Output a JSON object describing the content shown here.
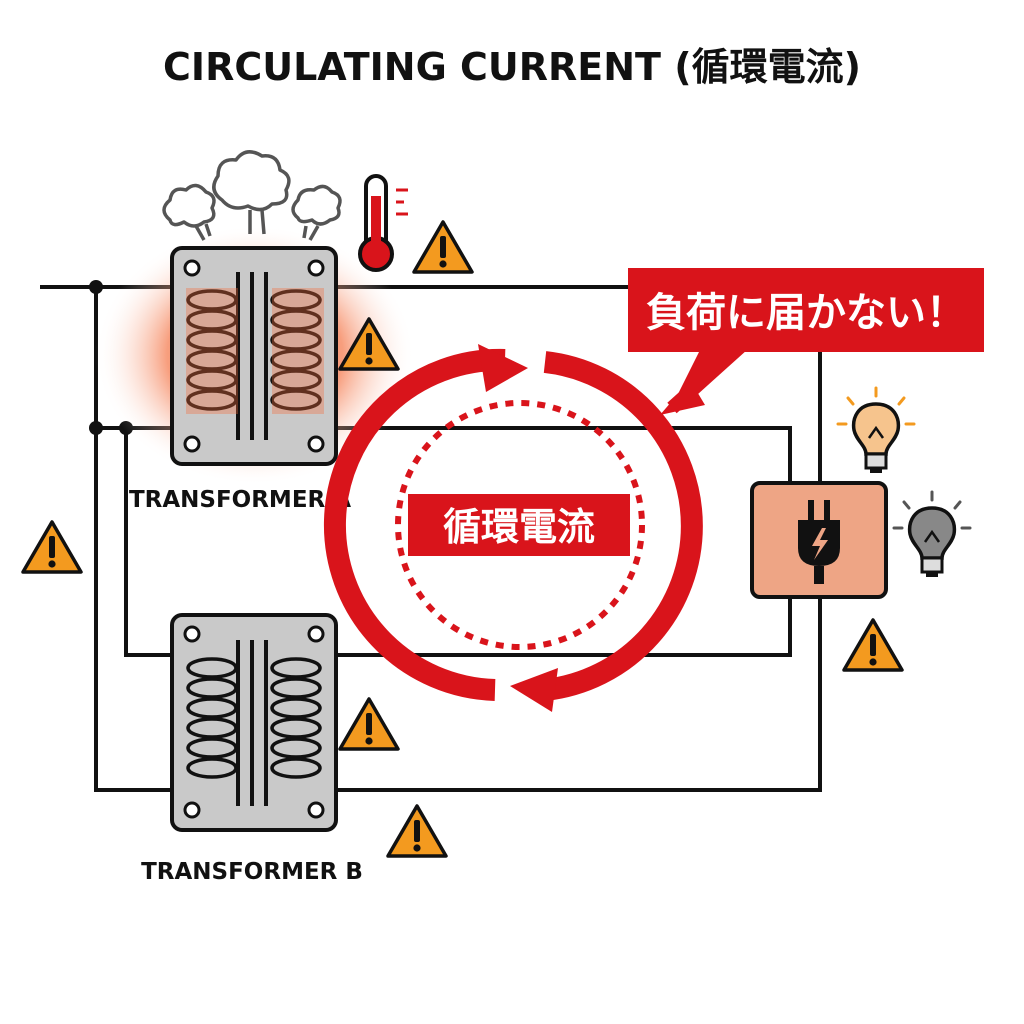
{
  "title": "CIRCULATING CURRENT (循環電流)",
  "transformer_a": {
    "label": "TRANSFORMER A"
  },
  "transformer_b": {
    "label": "TRANSFORMER B"
  },
  "loop": {
    "label": "循環電流"
  },
  "callout": {
    "text": "負荷に届かない！"
  },
  "icons": {
    "steam": "steam-icon",
    "thermometer": "thermometer-icon",
    "warning": "warning-icon",
    "bulb_lit": "lightbulb-lit-icon",
    "bulb_dim": "lightbulb-dim-icon",
    "plug": "plug-icon"
  },
  "colors": {
    "accent_red": "#d9141b",
    "warning_orange": "#f39a1f",
    "heat_glow": "#f0602a",
    "load_box": "#eea585",
    "transformer_gray": "#c9c9c9",
    "wire": "#111111"
  }
}
